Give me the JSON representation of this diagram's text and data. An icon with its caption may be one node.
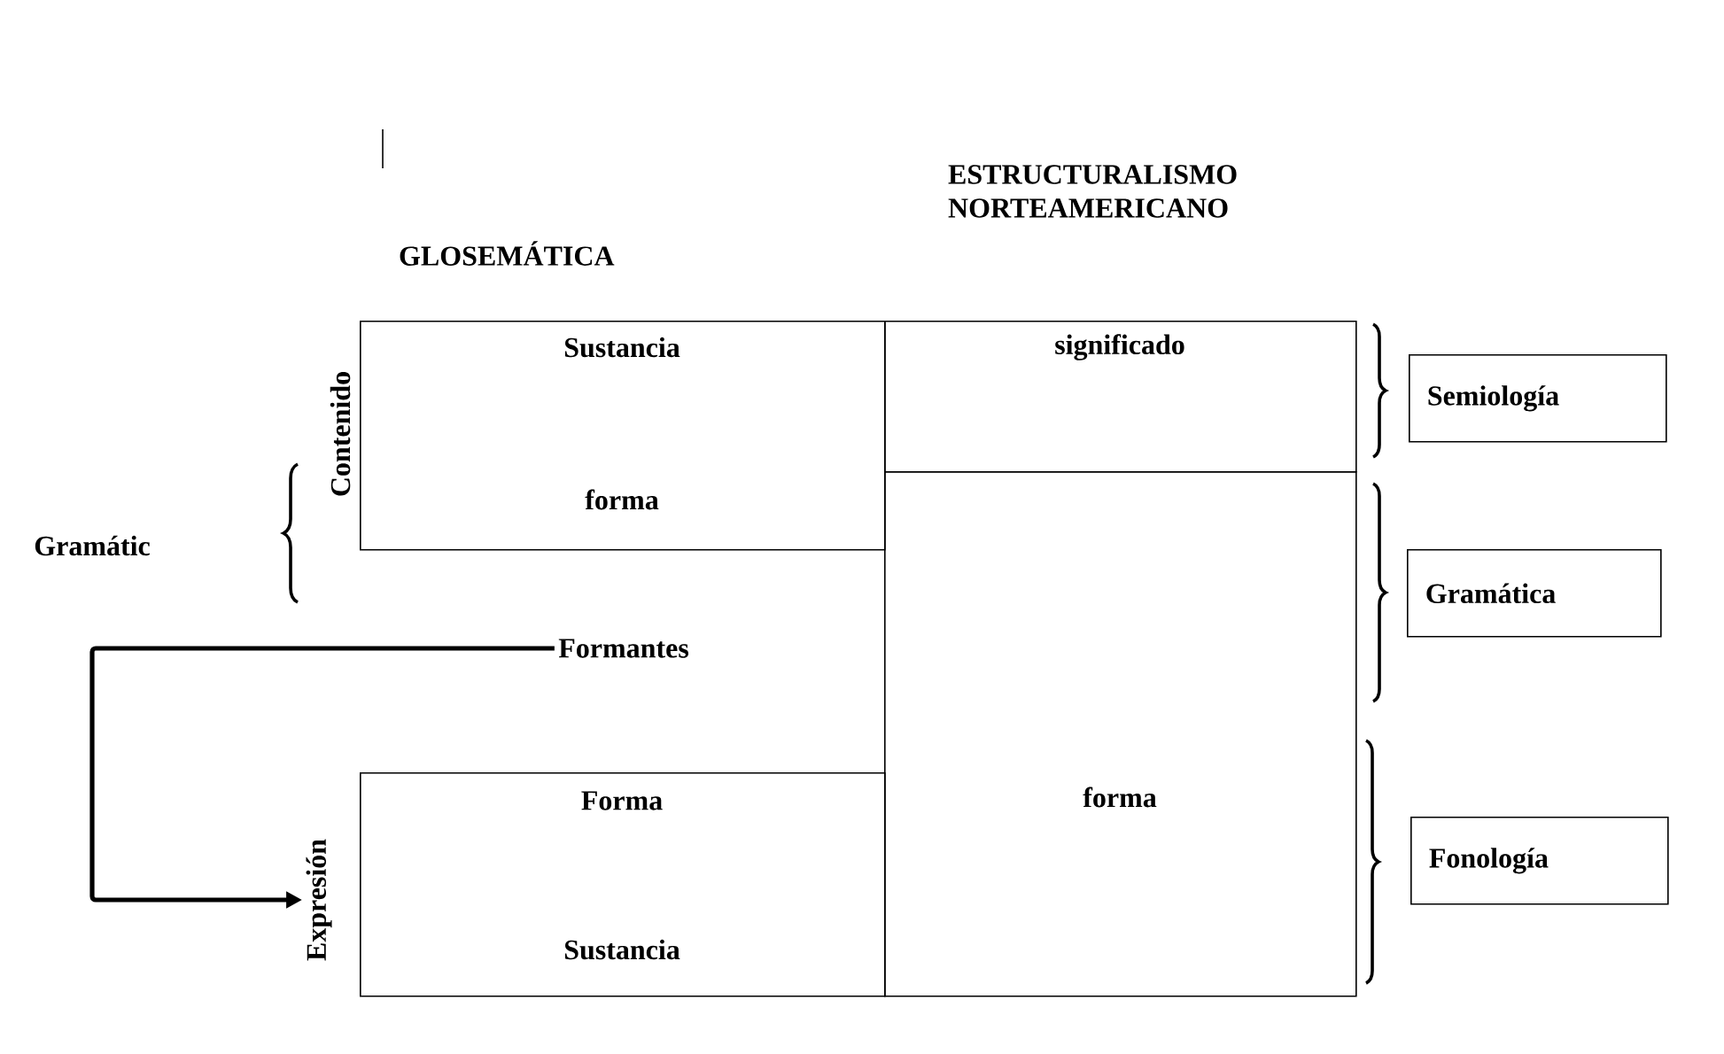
{
  "diagram": {
    "nodes": [
      {
        "text": [
          "Sustancia",
          "forma"
        ]
      },
      {
        "text": [
          "Forma",
          "Sustancia"
        ]
      },
      {
        "text": [
          "significado"
        ]
      },
      {
        "text": [
          "forma"
        ]
      },
      {
        "text": [
          "Semiología"
        ]
      },
      {
        "text": [
          "Gramática"
        ]
      },
      {
        "text": [
          "Fonología"
        ]
      },
      {
        "text": [
          "Formantes"
        ]
      },
      {
        "text": [
          "Contenido"
        ]
      },
      {
        "text": [
          "Expresión"
        ]
      }
    ],
    "edges": [
      {
        "from": 7,
        "to": 9,
        "arrow": "to"
      }
    ],
    "labels": [
      "ESTRUCTURALISMO NORTEAMERICANO",
      "GLOSEMÁTICA",
      "Gramátic"
    ]
  }
}
